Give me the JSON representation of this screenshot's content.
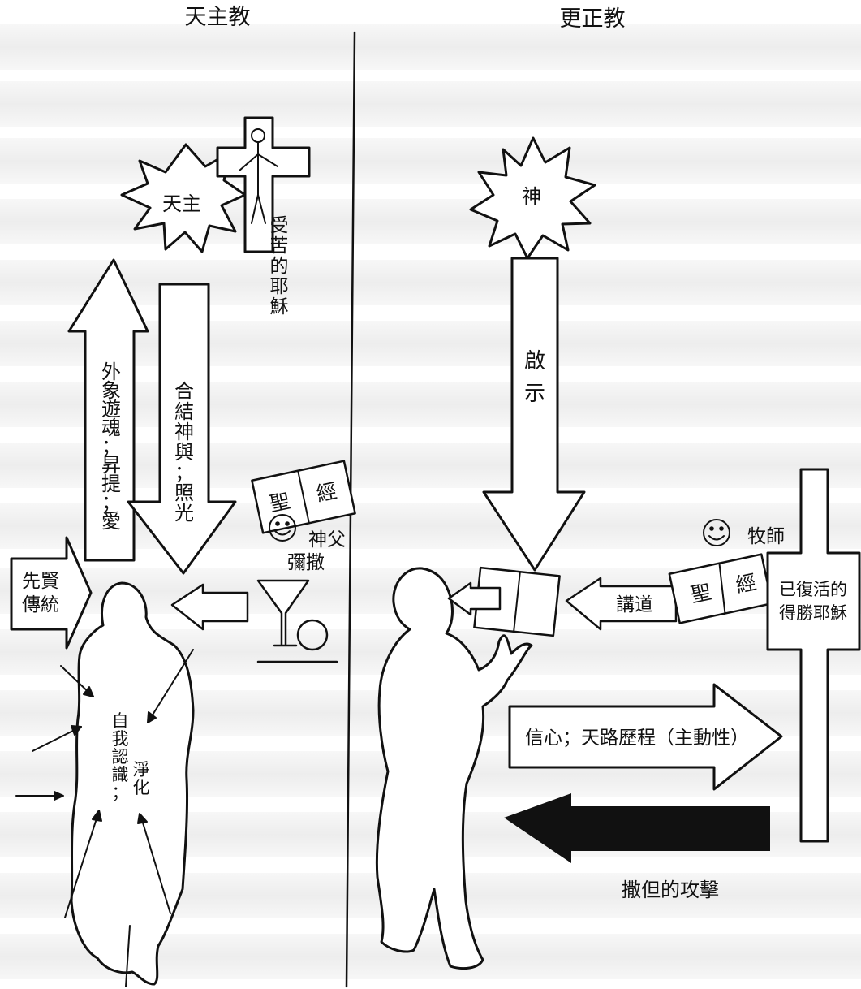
{
  "headings": {
    "catholic": "天主教",
    "protestant": "更正教"
  },
  "catholic": {
    "god_star": "天主",
    "suffering_jesus": [
      "受",
      "苦",
      "的",
      "耶",
      "穌"
    ],
    "up_arrow": [
      "愛",
      "；",
      "提",
      "昇",
      "；",
      "魂",
      "遊",
      "象",
      "外"
    ],
    "down_arrow": [
      "光",
      "照",
      "；",
      "與",
      "神",
      "結",
      "合"
    ],
    "bible": [
      "聖",
      "經"
    ],
    "priest": [
      "神父",
      "彌撒"
    ],
    "tradition": [
      "先賢",
      "傳統"
    ],
    "self": [
      "自",
      "我",
      "認",
      "識",
      "；"
    ],
    "purify": [
      "淨",
      "化"
    ]
  },
  "protestant": {
    "god_star": "神",
    "revelation": [
      "啟",
      "示"
    ],
    "pastor": "牧師",
    "bible": [
      "聖",
      "經"
    ],
    "sermon": "講道",
    "risen_jesus": [
      "已復活的",
      "得勝耶穌"
    ],
    "faith": "信心；天路歷程（主動性）",
    "satan": "撒但的攻擊"
  },
  "colors": {
    "ink": "#111111",
    "paper": "#ffffff"
  }
}
